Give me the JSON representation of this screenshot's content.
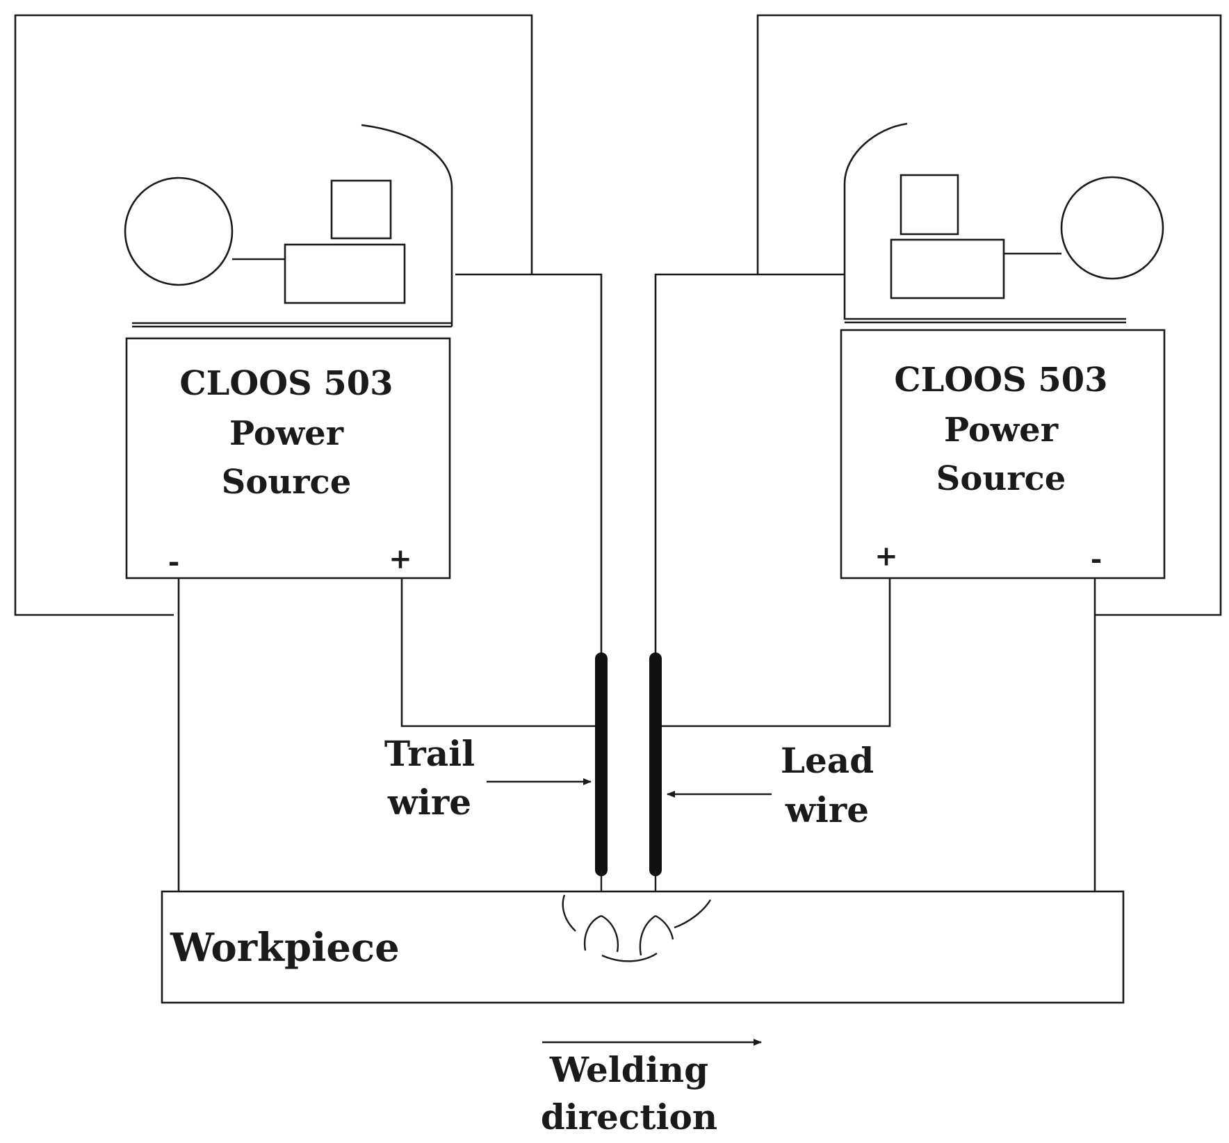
{
  "left_source": {
    "line1": "CLOOS 503",
    "line2": "Power",
    "line3": "Source",
    "minus": "-",
    "plus": "+"
  },
  "right_source": {
    "line1": "CLOOS 503",
    "line2": "Power",
    "line3": "Source",
    "minus": "-",
    "plus": "+"
  },
  "trail_wire": {
    "line1": "Trail",
    "line2": "wire"
  },
  "lead_wire": {
    "line1": "Lead",
    "line2": "wire"
  },
  "workpiece": {
    "label": "Workpiece"
  },
  "welding_direction": {
    "line1": "Welding",
    "line2": "direction"
  },
  "colors": {
    "ink": "#1a1a1a",
    "electrode": "#111111",
    "background": "#ffffff"
  }
}
